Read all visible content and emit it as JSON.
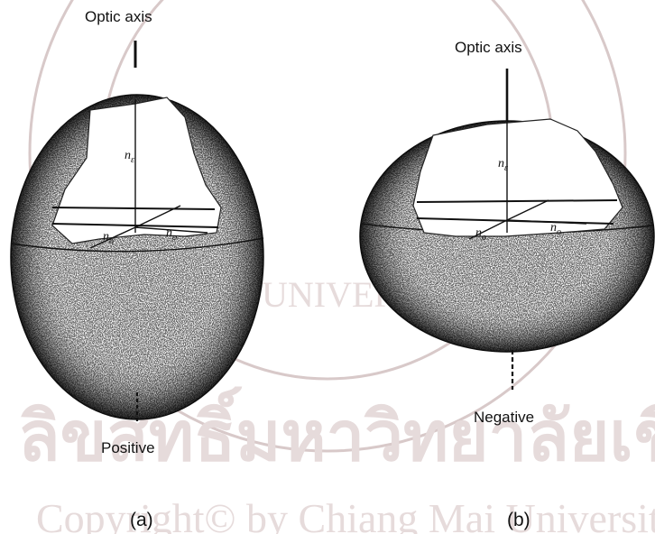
{
  "figure": {
    "a": {
      "axis_label": "Optic axis",
      "sign_label": "Positive",
      "panel_label": "(a)",
      "ray_labels": {
        "ne": "n",
        "ne_sub": "ε",
        "no_right": "n",
        "no_right_sub": "o",
        "no_left": "n",
        "no_left_sub": "o"
      }
    },
    "b": {
      "axis_label": "Optic axis",
      "sign_label": "Negative",
      "panel_label": "(b)",
      "ray_labels": {
        "ne": "n",
        "ne_sub": "ε",
        "no_right": "n",
        "no_right_sub": "o",
        "no_left": "n",
        "no_left_sub": "o"
      }
    }
  },
  "watermark": {
    "line1": "ลิขสิทธิ์มหาวิทยาลัยเชียงใหม่",
    "line2": "Copyright© by Chiang Mai University",
    "seal_text": "UNIVERSITY"
  },
  "colors": {
    "ink": "#111111",
    "watermark": "#d8c9c9"
  }
}
